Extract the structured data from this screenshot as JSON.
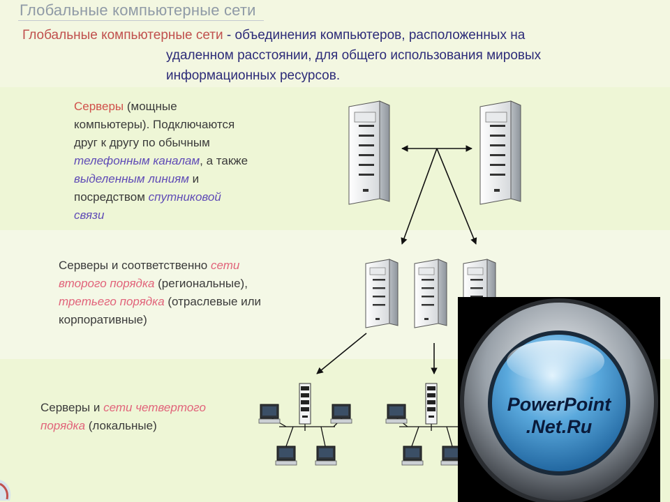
{
  "title": "Глобальные компьютерные сети",
  "definition": {
    "term": "Глобальные компьютерные сети",
    "dash": " - ",
    "text_line1": "объединения компьютеров, расположенных на",
    "text_line2": "удаленном расстоянии, для общего использования мировых",
    "text_line3": "информационных ресурсов."
  },
  "block1": {
    "l1_red": "Серверы",
    "l1_rest": " (мощные",
    "l2": "компьютеры). Подключаются",
    "l3": "друг к другу по обычным",
    "l4_em": "телефонным каналам",
    "l4_rest": ", а также",
    "l5_em": "выделенным линиям",
    "l5_rest": " и",
    "l6_plain": "посредством ",
    "l6_em": "спутниковой",
    "l7_em": "связи"
  },
  "block2": {
    "l1_plain": "Серверы и соответственно ",
    "l1_em": "сети",
    "l2_em": "второго порядка",
    "l2_rest": " (региональные),",
    "l3_em": "третьего порядка",
    "l3_rest": " (отраслевые или",
    "l4": "корпоративные)"
  },
  "block3": {
    "l1_plain": "Серверы и ",
    "l1_em": "сети четвертого",
    "l2_em": "порядка",
    "l2_rest": " (локальные)"
  },
  "logo": {
    "line1": "PowerPoint",
    "line2": ".Net.Ru"
  },
  "colors": {
    "heading_gray": "#8f9aa6",
    "term_red": "#c0504d",
    "definition_blue": "#2c2b78",
    "violet_italic": "#5f4bb6",
    "pink_italic": "#e1637a",
    "band_green": "#eef6d6"
  }
}
